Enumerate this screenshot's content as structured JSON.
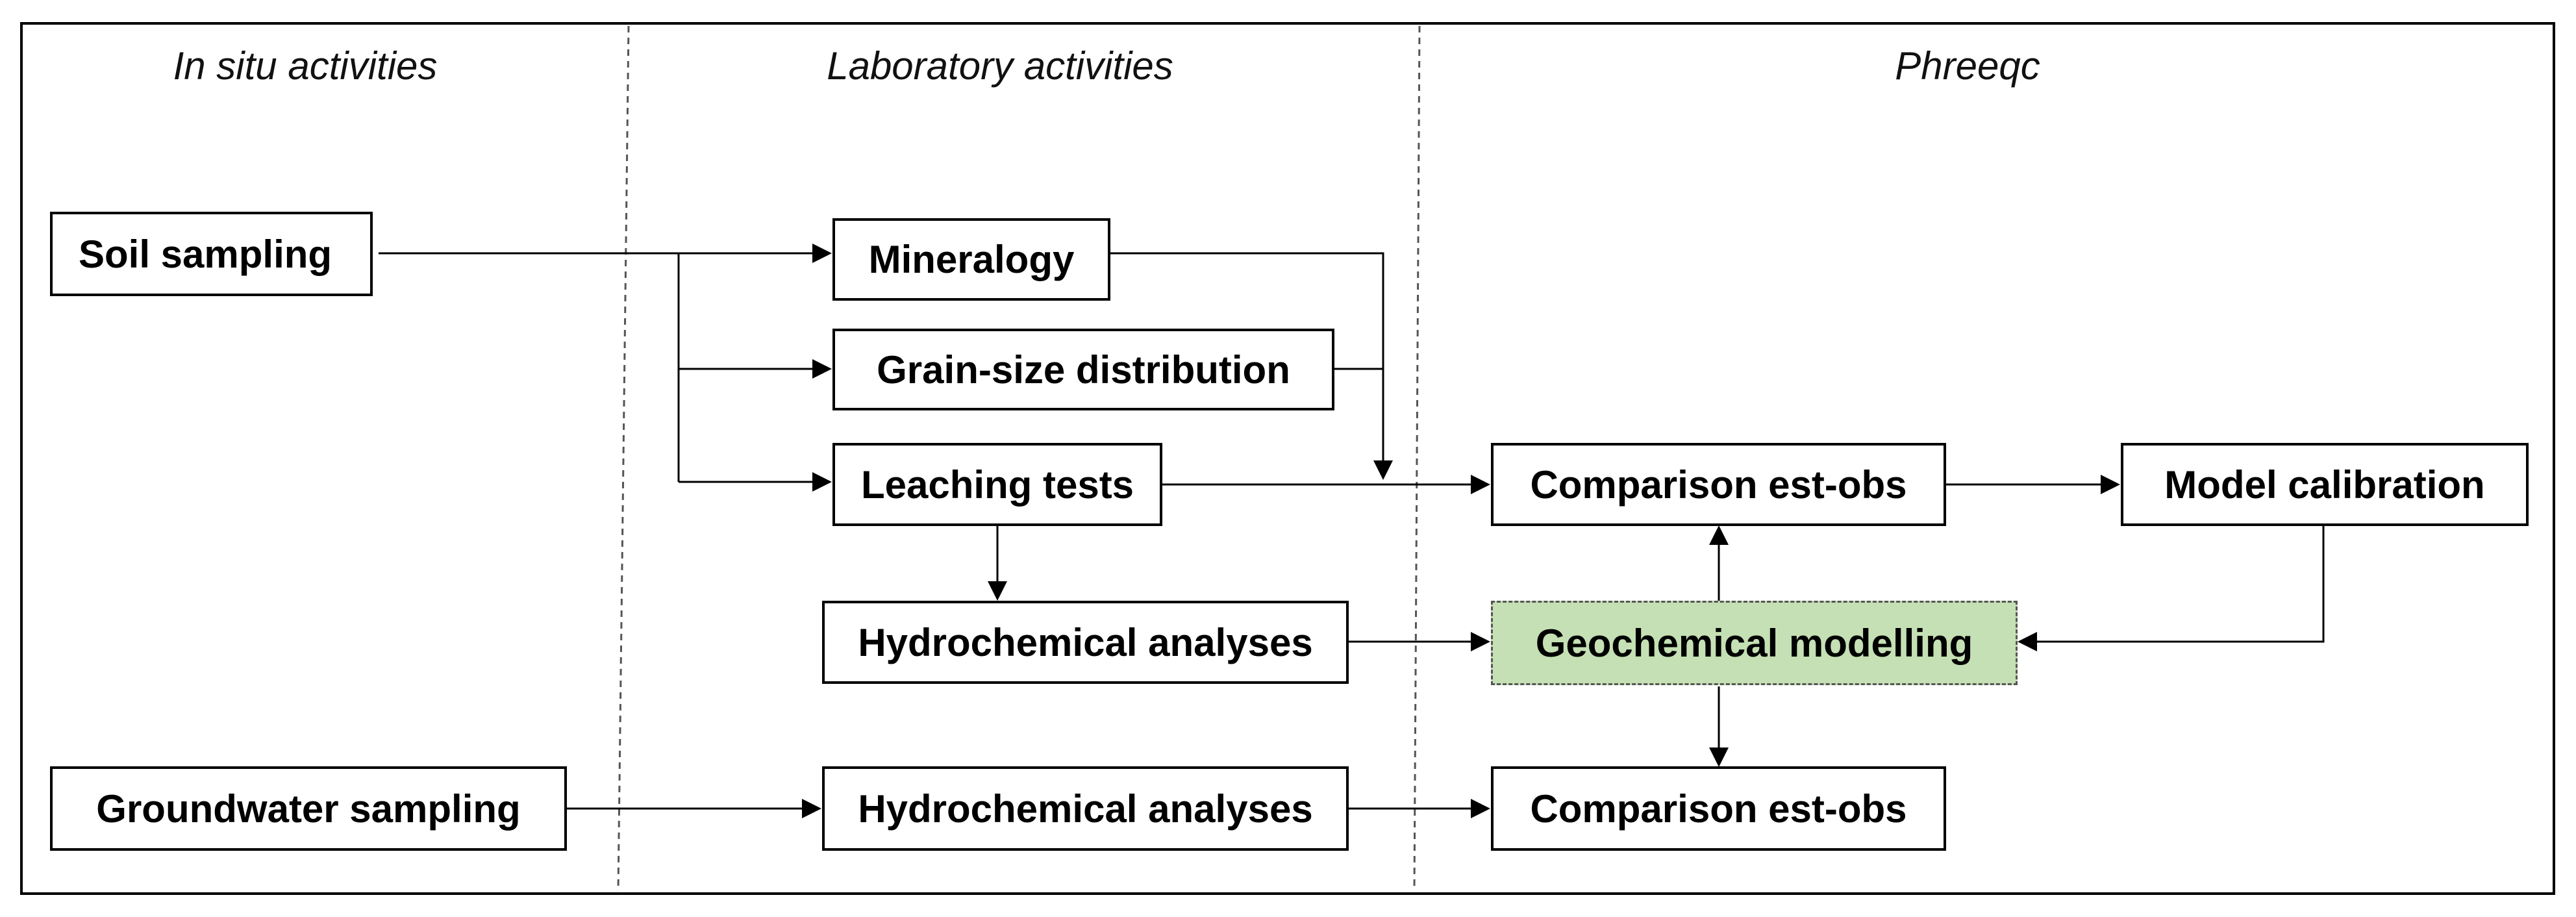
{
  "headers": {
    "in_situ": "In situ activities",
    "laboratory": "Laboratory activities",
    "phreeqc": "Phreeqc"
  },
  "nodes": {
    "soil_sampling": "Soil sampling",
    "groundwater_sampling": "Groundwater sampling",
    "mineralogy": "Mineralogy",
    "grain_size": "Grain-size distribution",
    "leaching_tests": "Leaching tests",
    "hydrochem_1": "Hydrochemical analyses",
    "hydrochem_2": "Hydrochemical analyses",
    "comparison_1": "Comparison est-obs",
    "comparison_2": "Comparison est-obs",
    "model_calibration": "Model calibration",
    "geochemical_modelling": "Geochemical modelling"
  },
  "colors": {
    "highlight_fill": "#c5e0b4",
    "stroke": "#000000",
    "divider": "#555555"
  }
}
